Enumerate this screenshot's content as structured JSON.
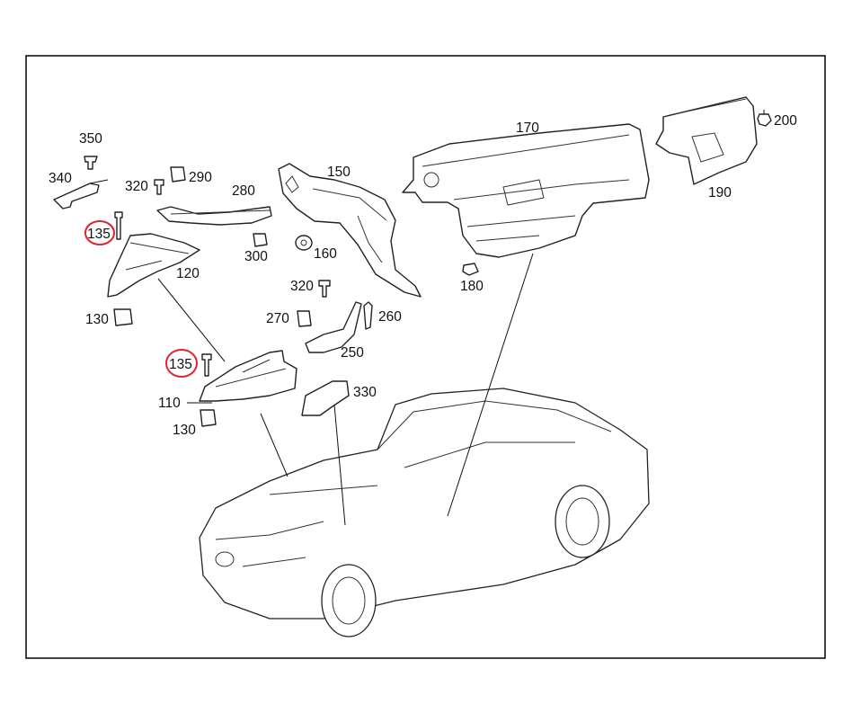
{
  "highlight_color": "#e0242a",
  "callouts": [
    {
      "id": "c200",
      "text": "200"
    },
    {
      "id": "c170",
      "text": "170"
    },
    {
      "id": "c190",
      "text": "190"
    },
    {
      "id": "c350",
      "text": "350"
    },
    {
      "id": "c340",
      "text": "340"
    },
    {
      "id": "c320a",
      "text": "320"
    },
    {
      "id": "c290",
      "text": "290"
    },
    {
      "id": "c280",
      "text": "280"
    },
    {
      "id": "c150",
      "text": "150"
    },
    {
      "id": "c135a",
      "text": "135"
    },
    {
      "id": "c300",
      "text": "300"
    },
    {
      "id": "c160",
      "text": "160"
    },
    {
      "id": "c120",
      "text": "120"
    },
    {
      "id": "c180",
      "text": "180"
    },
    {
      "id": "c320b",
      "text": "320"
    },
    {
      "id": "c130a",
      "text": "130"
    },
    {
      "id": "c270",
      "text": "270"
    },
    {
      "id": "c260",
      "text": "260"
    },
    {
      "id": "c250",
      "text": "250"
    },
    {
      "id": "c135b",
      "text": "135"
    },
    {
      "id": "c330",
      "text": "330"
    },
    {
      "id": "c110",
      "text": "110"
    },
    {
      "id": "c130b",
      "text": "130"
    }
  ],
  "highlighted_callouts": [
    "135",
    "135"
  ]
}
